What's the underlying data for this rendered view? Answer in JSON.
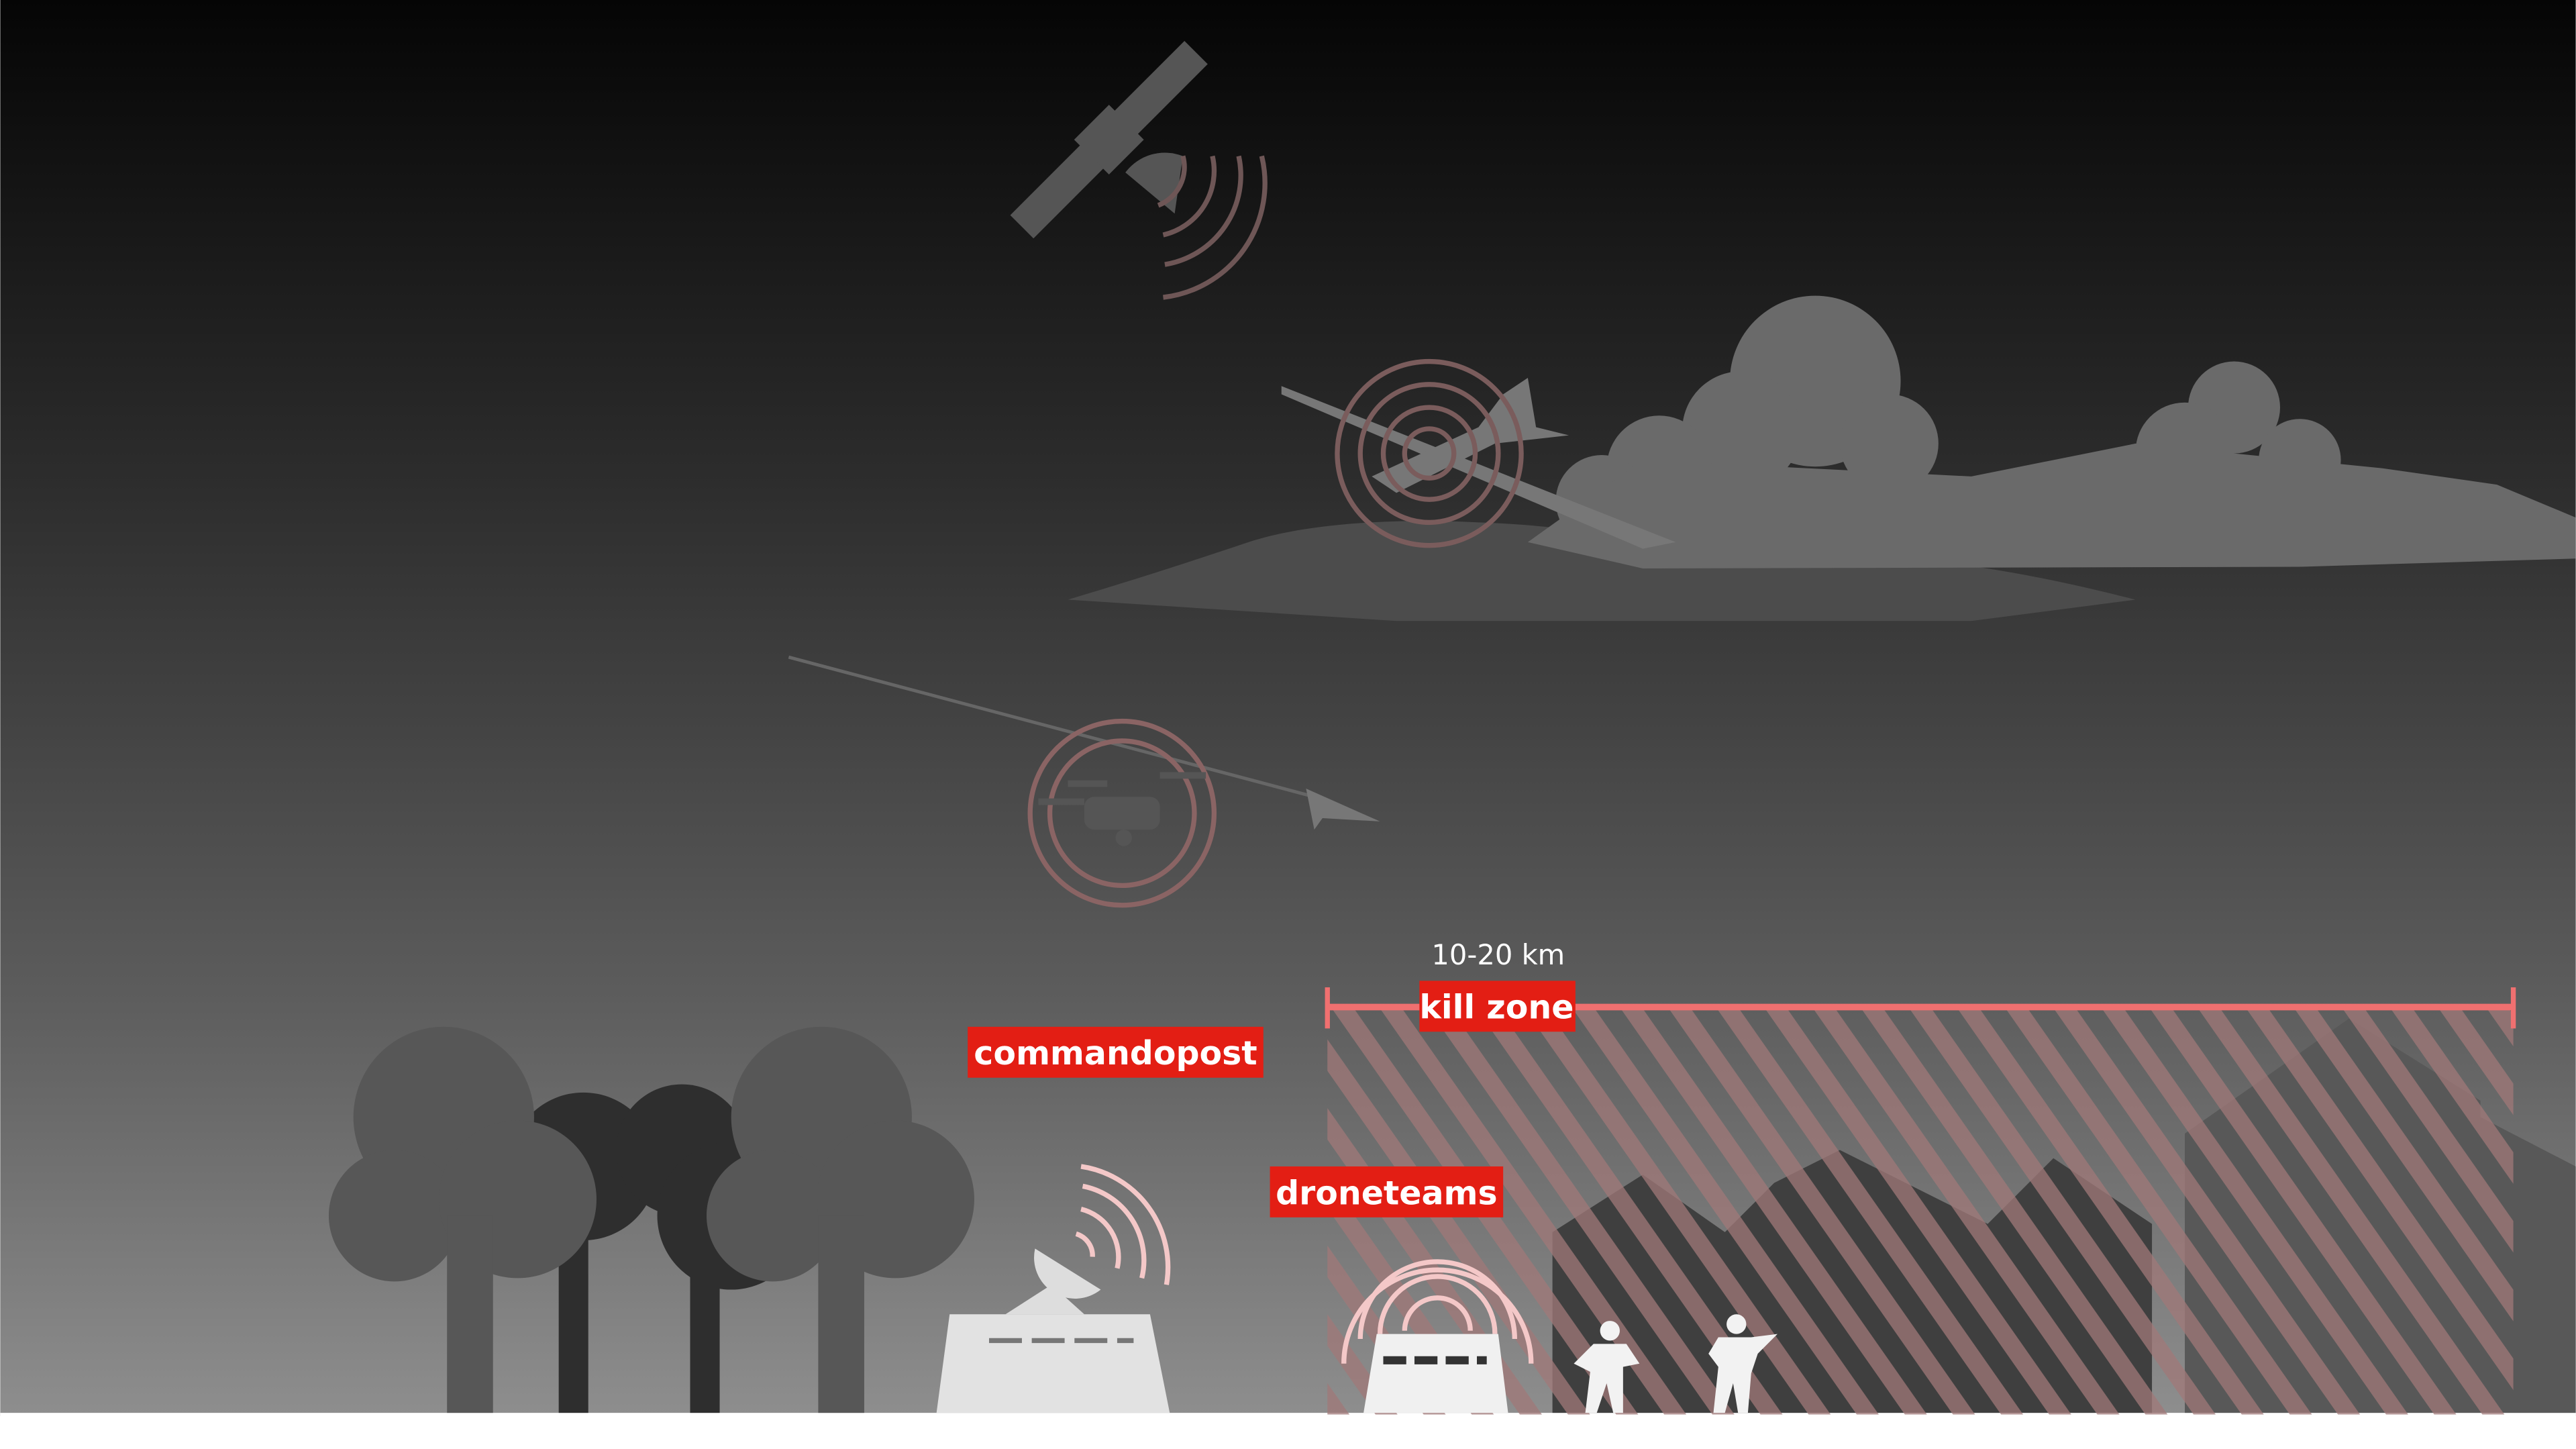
{
  "labels": {
    "distance": "10-20 km",
    "kill_zone": "kill zone",
    "command_post": "commandopost",
    "drone_teams": "droneteams"
  },
  "colors": {
    "label_bg": "#e31e14",
    "kill_zone_line": "#f07070",
    "hatch": "#a07878",
    "signal": "#8a6464",
    "signal_light": "#f4c8c8"
  }
}
